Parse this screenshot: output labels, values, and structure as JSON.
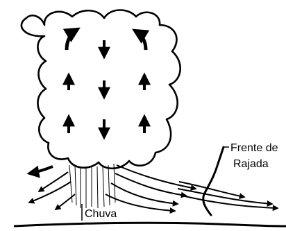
{
  "diagram": {
    "labels": {
      "rain": "Chuva",
      "gust_front_line1": "Frente de",
      "gust_front_line2": "Rajada"
    },
    "colors": {
      "ink": "#000000",
      "background": "#ffffff"
    },
    "icons": {
      "updraft": "arrow-up-icon",
      "downdraft": "arrow-down-icon",
      "overturning": "curved-arrow-icon",
      "outflow": "outflow-arrow-icon"
    }
  }
}
